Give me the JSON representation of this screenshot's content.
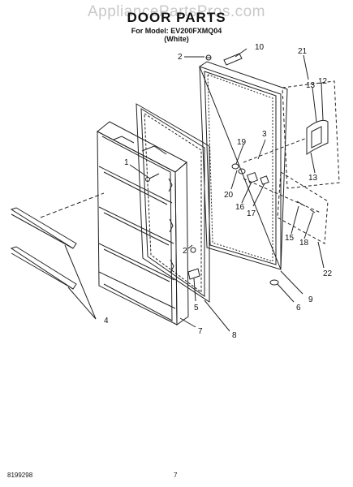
{
  "header": {
    "watermark": "AppliancePartsPros.com",
    "title": "DOOR PARTS",
    "model_line": "For Model: EV200FXMQ04",
    "color_line": "(White)"
  },
  "footer": {
    "doc_number": "8199298",
    "page_number": "7"
  },
  "callouts": {
    "c1": "1",
    "c2a": "2",
    "c2b": "2",
    "c3": "3",
    "c4": "4",
    "c5": "5",
    "c6": "6",
    "c7": "7",
    "c8": "8",
    "c9": "9",
    "c10": "10",
    "c12": "12",
    "c13a": "13",
    "c13b": "13",
    "c15": "15",
    "c16": "16",
    "c17": "17",
    "c18": "18",
    "c19": "19",
    "c20": "20",
    "c21": "21",
    "c22": "22"
  }
}
